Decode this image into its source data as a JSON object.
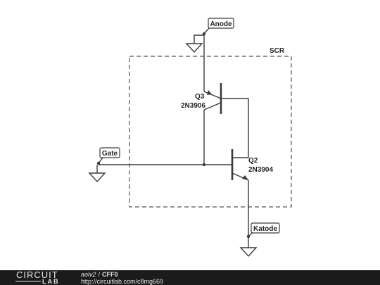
{
  "diagram": {
    "block_label": "SCR",
    "nets": {
      "anode": "Anode",
      "gate": "Gate",
      "katode": "Katode"
    },
    "components": [
      {
        "ref": "Q3",
        "part": "2N3906"
      },
      {
        "ref": "Q2",
        "part": "2N3904"
      }
    ]
  },
  "footer": {
    "logo_top": "CIRCUIT",
    "logo_bottom": "LAB",
    "user": "aolv2",
    "separator": "/",
    "project": "CFF0",
    "url": "http://circuitlab.com/c8mg669"
  },
  "colors": {
    "wire": "#3a3a3a",
    "footer_bg": "#1b1b1b",
    "footer_text": "#e6e6e6"
  }
}
